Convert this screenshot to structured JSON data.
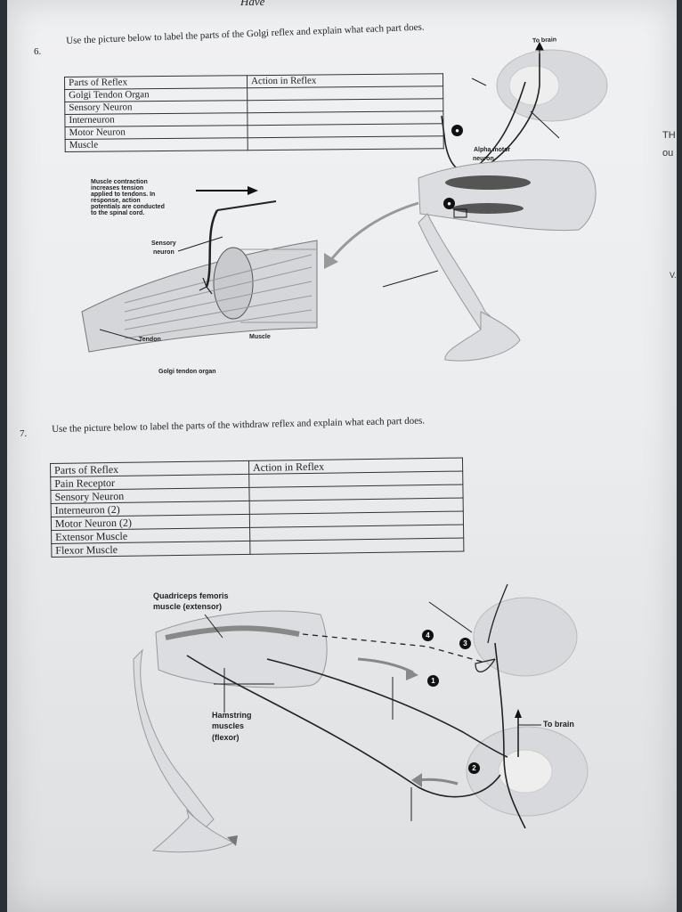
{
  "header_scrawl": "Have",
  "q6": {
    "number": "6.",
    "prompt": "Use the picture below to label the parts of the Golgi reflex and explain what each part does.",
    "table": {
      "col1_header": "Parts of Reflex",
      "col2_header": "Action in Reflex",
      "rows": [
        "Golgi Tendon Organ",
        "Sensory Neuron",
        "Interneuron",
        "Motor Neuron",
        "Muscle"
      ]
    },
    "figure": {
      "to_brain": "To brain",
      "alpha_motor": "Alpha motor",
      "neuron": "neuron",
      "contraction_text": [
        "Muscle contraction",
        "increases tension",
        "applied to tendons. In",
        "response, action",
        "potentials are conducted",
        "to the spinal cord."
      ],
      "sensory": "Sensory",
      "sensory2": "neuron",
      "tendon": "Tendon",
      "muscle": "Muscle",
      "caption": "Golgi tendon organ"
    }
  },
  "q7": {
    "number": "7.",
    "prompt": "Use the picture below to label the parts of the withdraw reflex and explain what each part does.",
    "table": {
      "col1_header": "Parts of Reflex",
      "col2_header": "Action in Reflex",
      "rows": [
        "Pain Receptor",
        "Sensory Neuron",
        "Interneuron (2)",
        "Motor Neuron (2)",
        "Extensor Muscle",
        "Flexor Muscle"
      ]
    },
    "figure": {
      "quad1": "Quadriceps femoris",
      "quad2": "muscle (extensor)",
      "ham1": "Hamstring",
      "ham2": "muscles",
      "ham3": "(flexor)",
      "to_brain": "To brain",
      "badges": [
        "4",
        "3",
        "1",
        "2"
      ]
    }
  },
  "margin": {
    "a": "TH",
    "b": "ou",
    "c": "V."
  },
  "colors": {
    "paper": "#ecedef",
    "ink": "#222222",
    "background": "#2b2f36"
  }
}
